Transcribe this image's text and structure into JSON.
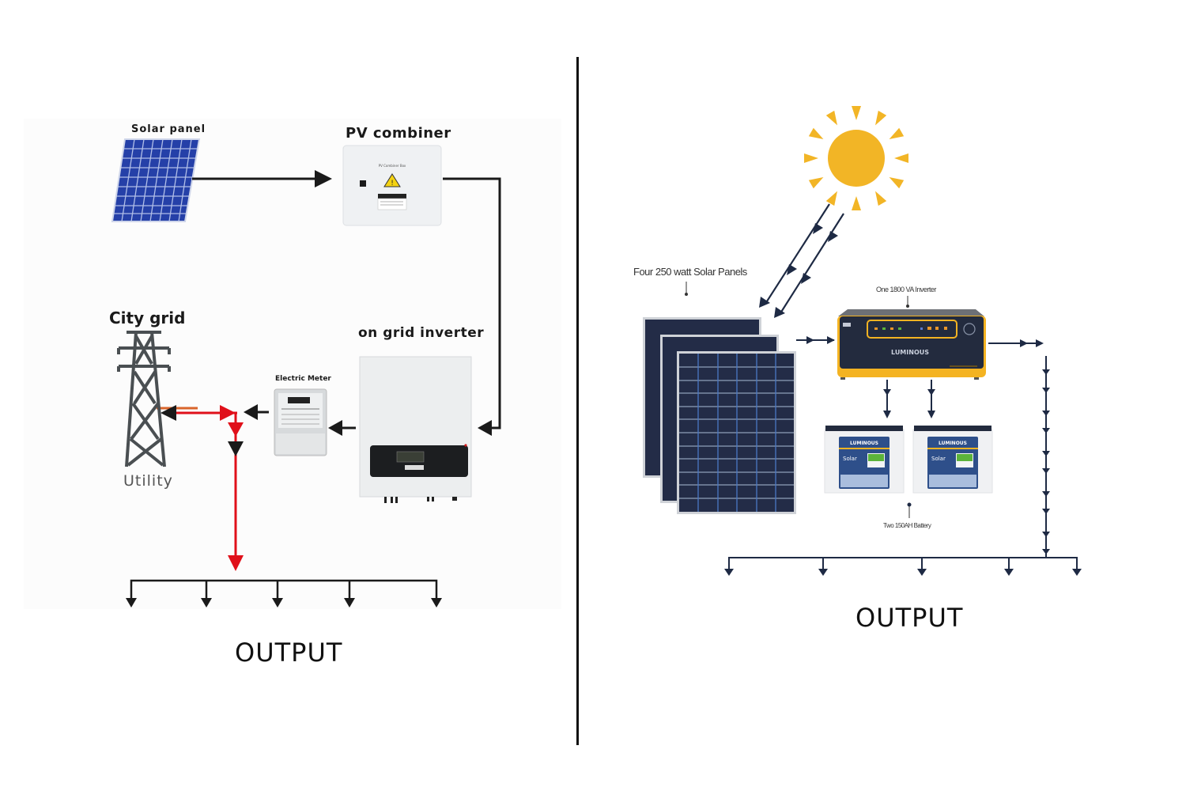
{
  "left_diagram": {
    "title": "On-grid solar system",
    "labels": {
      "solar_panel": "Solar panel",
      "pv_combiner": "PV combiner",
      "pv_combiner_box_text": "PV Combiner Box",
      "city_grid": "City grid",
      "utility": "Utility",
      "electric_meter": "Electric Meter",
      "on_grid_inverter": "on grid inverter",
      "output": "OUTPUT"
    },
    "colors": {
      "line": "#1a1a1a",
      "grid_export": "#e0101a",
      "grid_wire": "#d9652b",
      "panel_blue": "#2540a8",
      "tower": "#4a4f52"
    },
    "output_branches": 5
  },
  "right_diagram": {
    "title": "Off-grid solar system",
    "labels": {
      "solar_panels": "Four 250 watt Solar Panels",
      "inverter": "One 1800 VA Inverter",
      "inverter_brand": "LUMINOUS",
      "battery": "Two 150AH Battery",
      "battery_brand": "LUMINOUS",
      "battery_product": "Solar",
      "output": "OUTPUT"
    },
    "colors": {
      "line": "#1e2a44",
      "sun": "#f2b526",
      "inverter_body": "#232b3e",
      "inverter_base": "#f4b322",
      "panel": "#232c47",
      "battery_label": "#2e4f8a",
      "battery_green": "#5bb33b"
    },
    "battery_count": 2,
    "panel_count_shown": 3,
    "output_branches": 5
  }
}
